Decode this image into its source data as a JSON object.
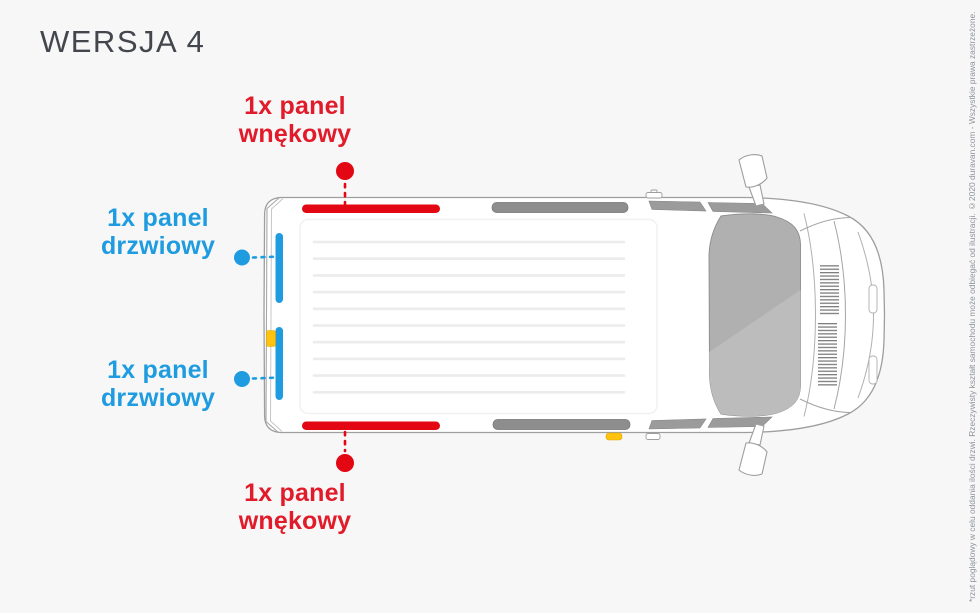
{
  "page": {
    "title": "WERSJA 4"
  },
  "annotations": {
    "panel_top": {
      "line1": "1x panel",
      "line2": "wnękowy",
      "color": "#e30613",
      "marker": "red-bar-top"
    },
    "panel_door_upper": {
      "line1": "1x panel",
      "line2": "drzwiowy",
      "color": "#1f9ce0",
      "marker": "blue-bar-upper"
    },
    "panel_door_lower": {
      "line1": "1x panel",
      "line2": "drzwiowy",
      "color": "#1f9ce0",
      "marker": "blue-bar-lower"
    },
    "panel_bottom": {
      "line1": "1x panel",
      "line2": "wnękowy",
      "color": "#e30613",
      "marker": "red-bar-bottom"
    }
  },
  "colors": {
    "accent_red": "#e30613",
    "accent_blue": "#1f9ce0",
    "panel_gray": "#8d8d8d",
    "handle_yellow": "#ffc20e",
    "background": "#f7f7f8",
    "title_text": "#43474d"
  },
  "footer": {
    "disclaimer": "*rzut poglądowy w celu oddania ilości drzwi. Rzeczywisty kształt samochodu może odbiegać od ilustracji. ©2020 duravan.com - Wszystkie prawa zastrzeżone."
  }
}
